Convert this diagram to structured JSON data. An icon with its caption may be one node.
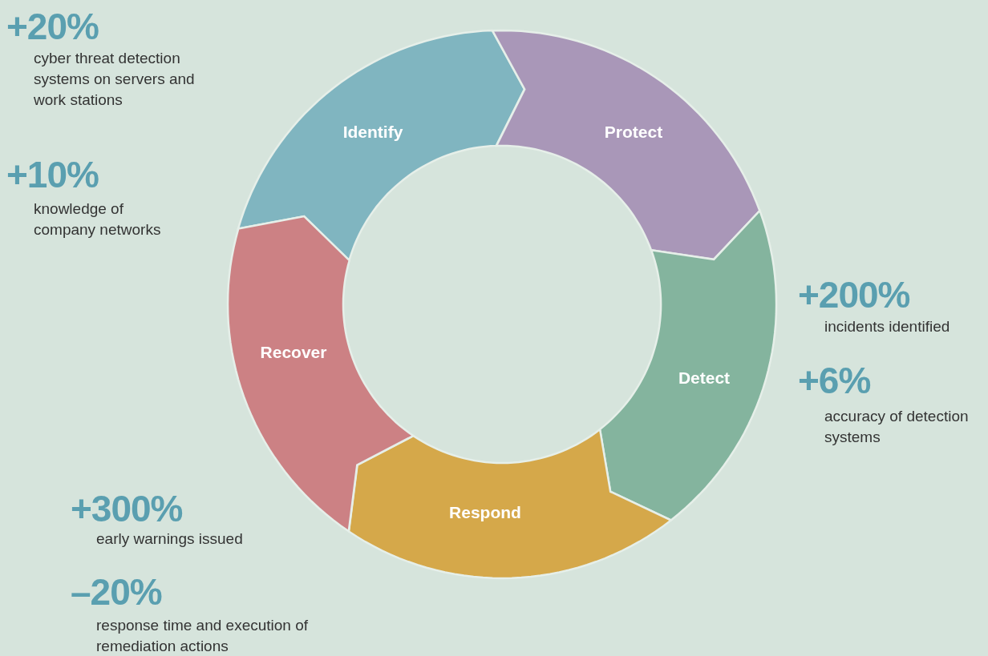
{
  "diagram": {
    "nodes": [
      {
        "text": [
          "Identify"
        ]
      },
      {
        "text": [
          "Protect"
        ]
      },
      {
        "text": [
          "Detect"
        ]
      },
      {
        "text": [
          "Respond"
        ]
      },
      {
        "text": [
          "Recover"
        ]
      }
    ],
    "labels": [
      "+20%",
      "cyber threat detection systems on servers and work stations",
      "+10%",
      "knowledge of company networks",
      "+200%",
      "incidents identified",
      "+6%",
      "accuracy of detection systems",
      "+300%",
      "early warnings issued",
      "–20%",
      "response time and execution of remediation actions"
    ]
  }
}
